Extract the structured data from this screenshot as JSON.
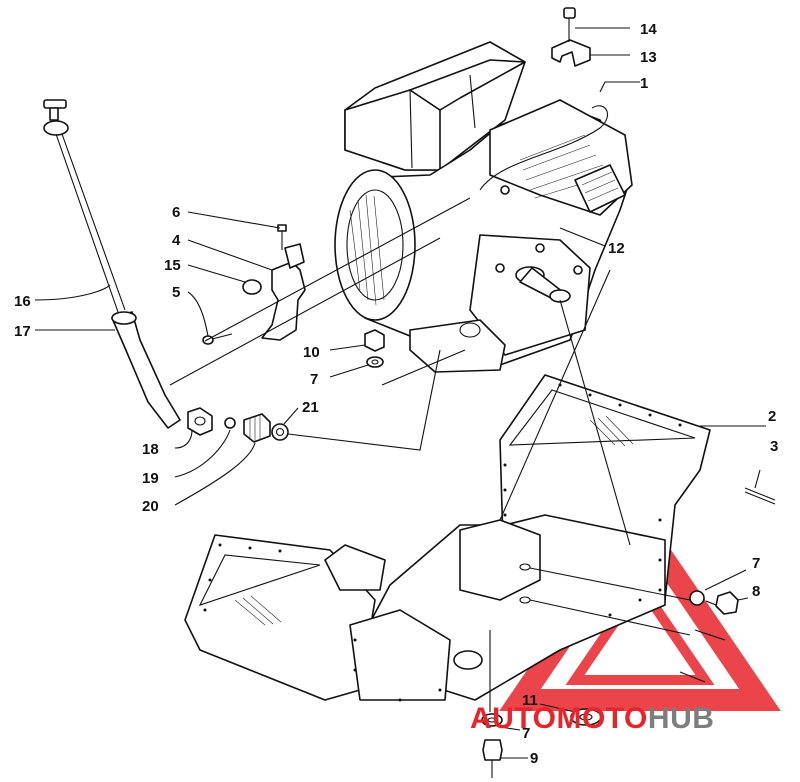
{
  "callouts": {
    "c1": "1",
    "c2": "2",
    "c3": "3",
    "c4": "4",
    "c5": "5",
    "c6": "6",
    "c7a": "7",
    "c7b": "7",
    "c7c": "7",
    "c8": "8",
    "c9": "9",
    "c10": "10",
    "c11": "11",
    "c12": "12",
    "c13": "13",
    "c14": "14",
    "c15": "15",
    "c16": "16",
    "c17": "17",
    "c18": "18",
    "c19": "19",
    "c20": "20",
    "c21": "21"
  },
  "watermark": {
    "part1": "AUTO",
    "part2": "MOTO",
    "part3": "HUB",
    "color_red": "#e8242b",
    "color_gray": "#7d7d7d"
  },
  "icons": [
    "engine-assembly",
    "engine-mount-plate",
    "oil-dipstick",
    "oil-drain-fitting",
    "bracket",
    "bolt",
    "washer",
    "nut"
  ]
}
